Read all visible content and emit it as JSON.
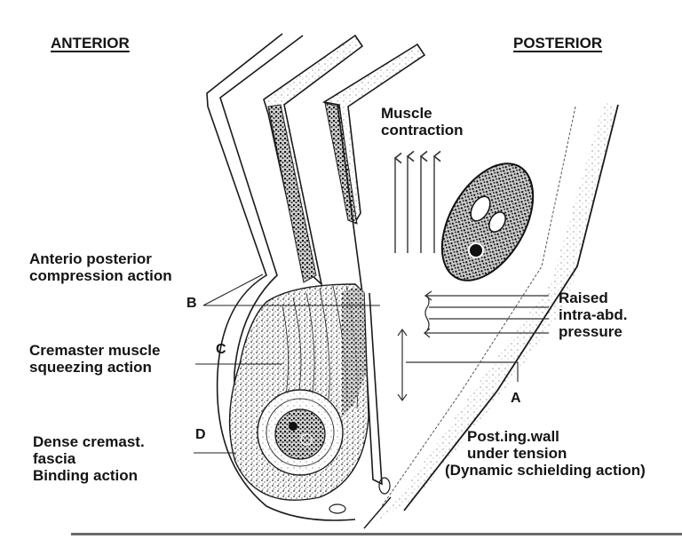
{
  "headers": {
    "anterior": "ANTERIOR",
    "posterior": "POSTERIOR"
  },
  "labels": {
    "muscle_contraction": [
      "Muscle",
      "contraction"
    ],
    "ap_compression": [
      "Anterio posterior",
      "compression action"
    ],
    "cremaster": [
      "Cremaster muscle",
      "squeezing action"
    ],
    "dense_fascia": [
      "Dense cremast.",
      "fascia",
      "Binding action"
    ],
    "raised_pressure": [
      "Raised",
      "intra-abd.",
      "pressure"
    ],
    "post_wall": [
      "Post.ing.wall",
      "under tension",
      "(Dynamic schielding action)"
    ]
  },
  "markers": {
    "a": "A",
    "b": "B",
    "c": "C",
    "d": "D"
  },
  "colors": {
    "ink": "#141414",
    "tissue": "#3a3a3a",
    "background": "#ffffff"
  }
}
